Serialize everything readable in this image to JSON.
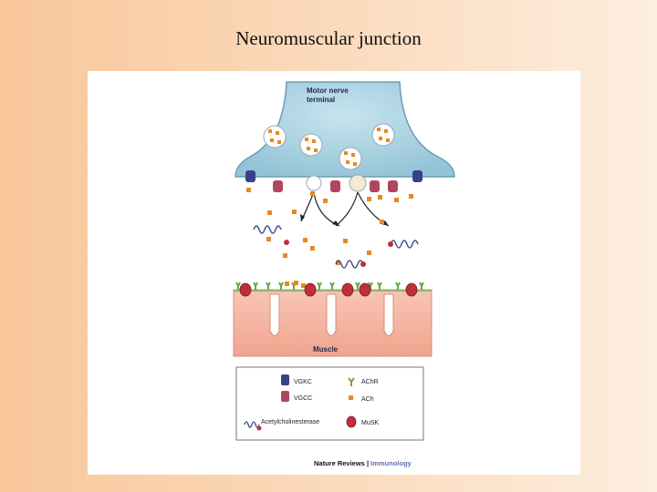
{
  "slide": {
    "title": "Neuromuscular junction"
  },
  "figure": {
    "nerve_label": [
      "Motor nerve",
      "terminal"
    ],
    "muscle_label": "Muscle",
    "legend": [
      {
        "icon": "vgkc-icon",
        "label": "VGKC"
      },
      {
        "icon": "achr-icon",
        "label": "AChR"
      },
      {
        "icon": "vgcc-icon",
        "label": "VGCC"
      },
      {
        "icon": "ach-icon",
        "label": "ACh"
      },
      {
        "icon": "acetylcholinesterase-icon",
        "label": "Acetylcholinesterase"
      },
      {
        "icon": "musk-icon",
        "label": "MuSK"
      }
    ],
    "credit": {
      "journal": "Nature Reviews",
      "separator": " | ",
      "section": "Immunology"
    }
  },
  "colors": {
    "nerve_fill": "#a9d3e3",
    "nerve_stroke": "#6b9db3",
    "muscle_fill": "#f3b3a0",
    "vgkc": "#3a3f8a",
    "vgcc": "#b0465e",
    "achr": "#6aa64c",
    "ach": "#e58a23",
    "musk": "#c0303a",
    "esterase": "#3a4c8a",
    "credit_accent": "#5b6fb8"
  }
}
